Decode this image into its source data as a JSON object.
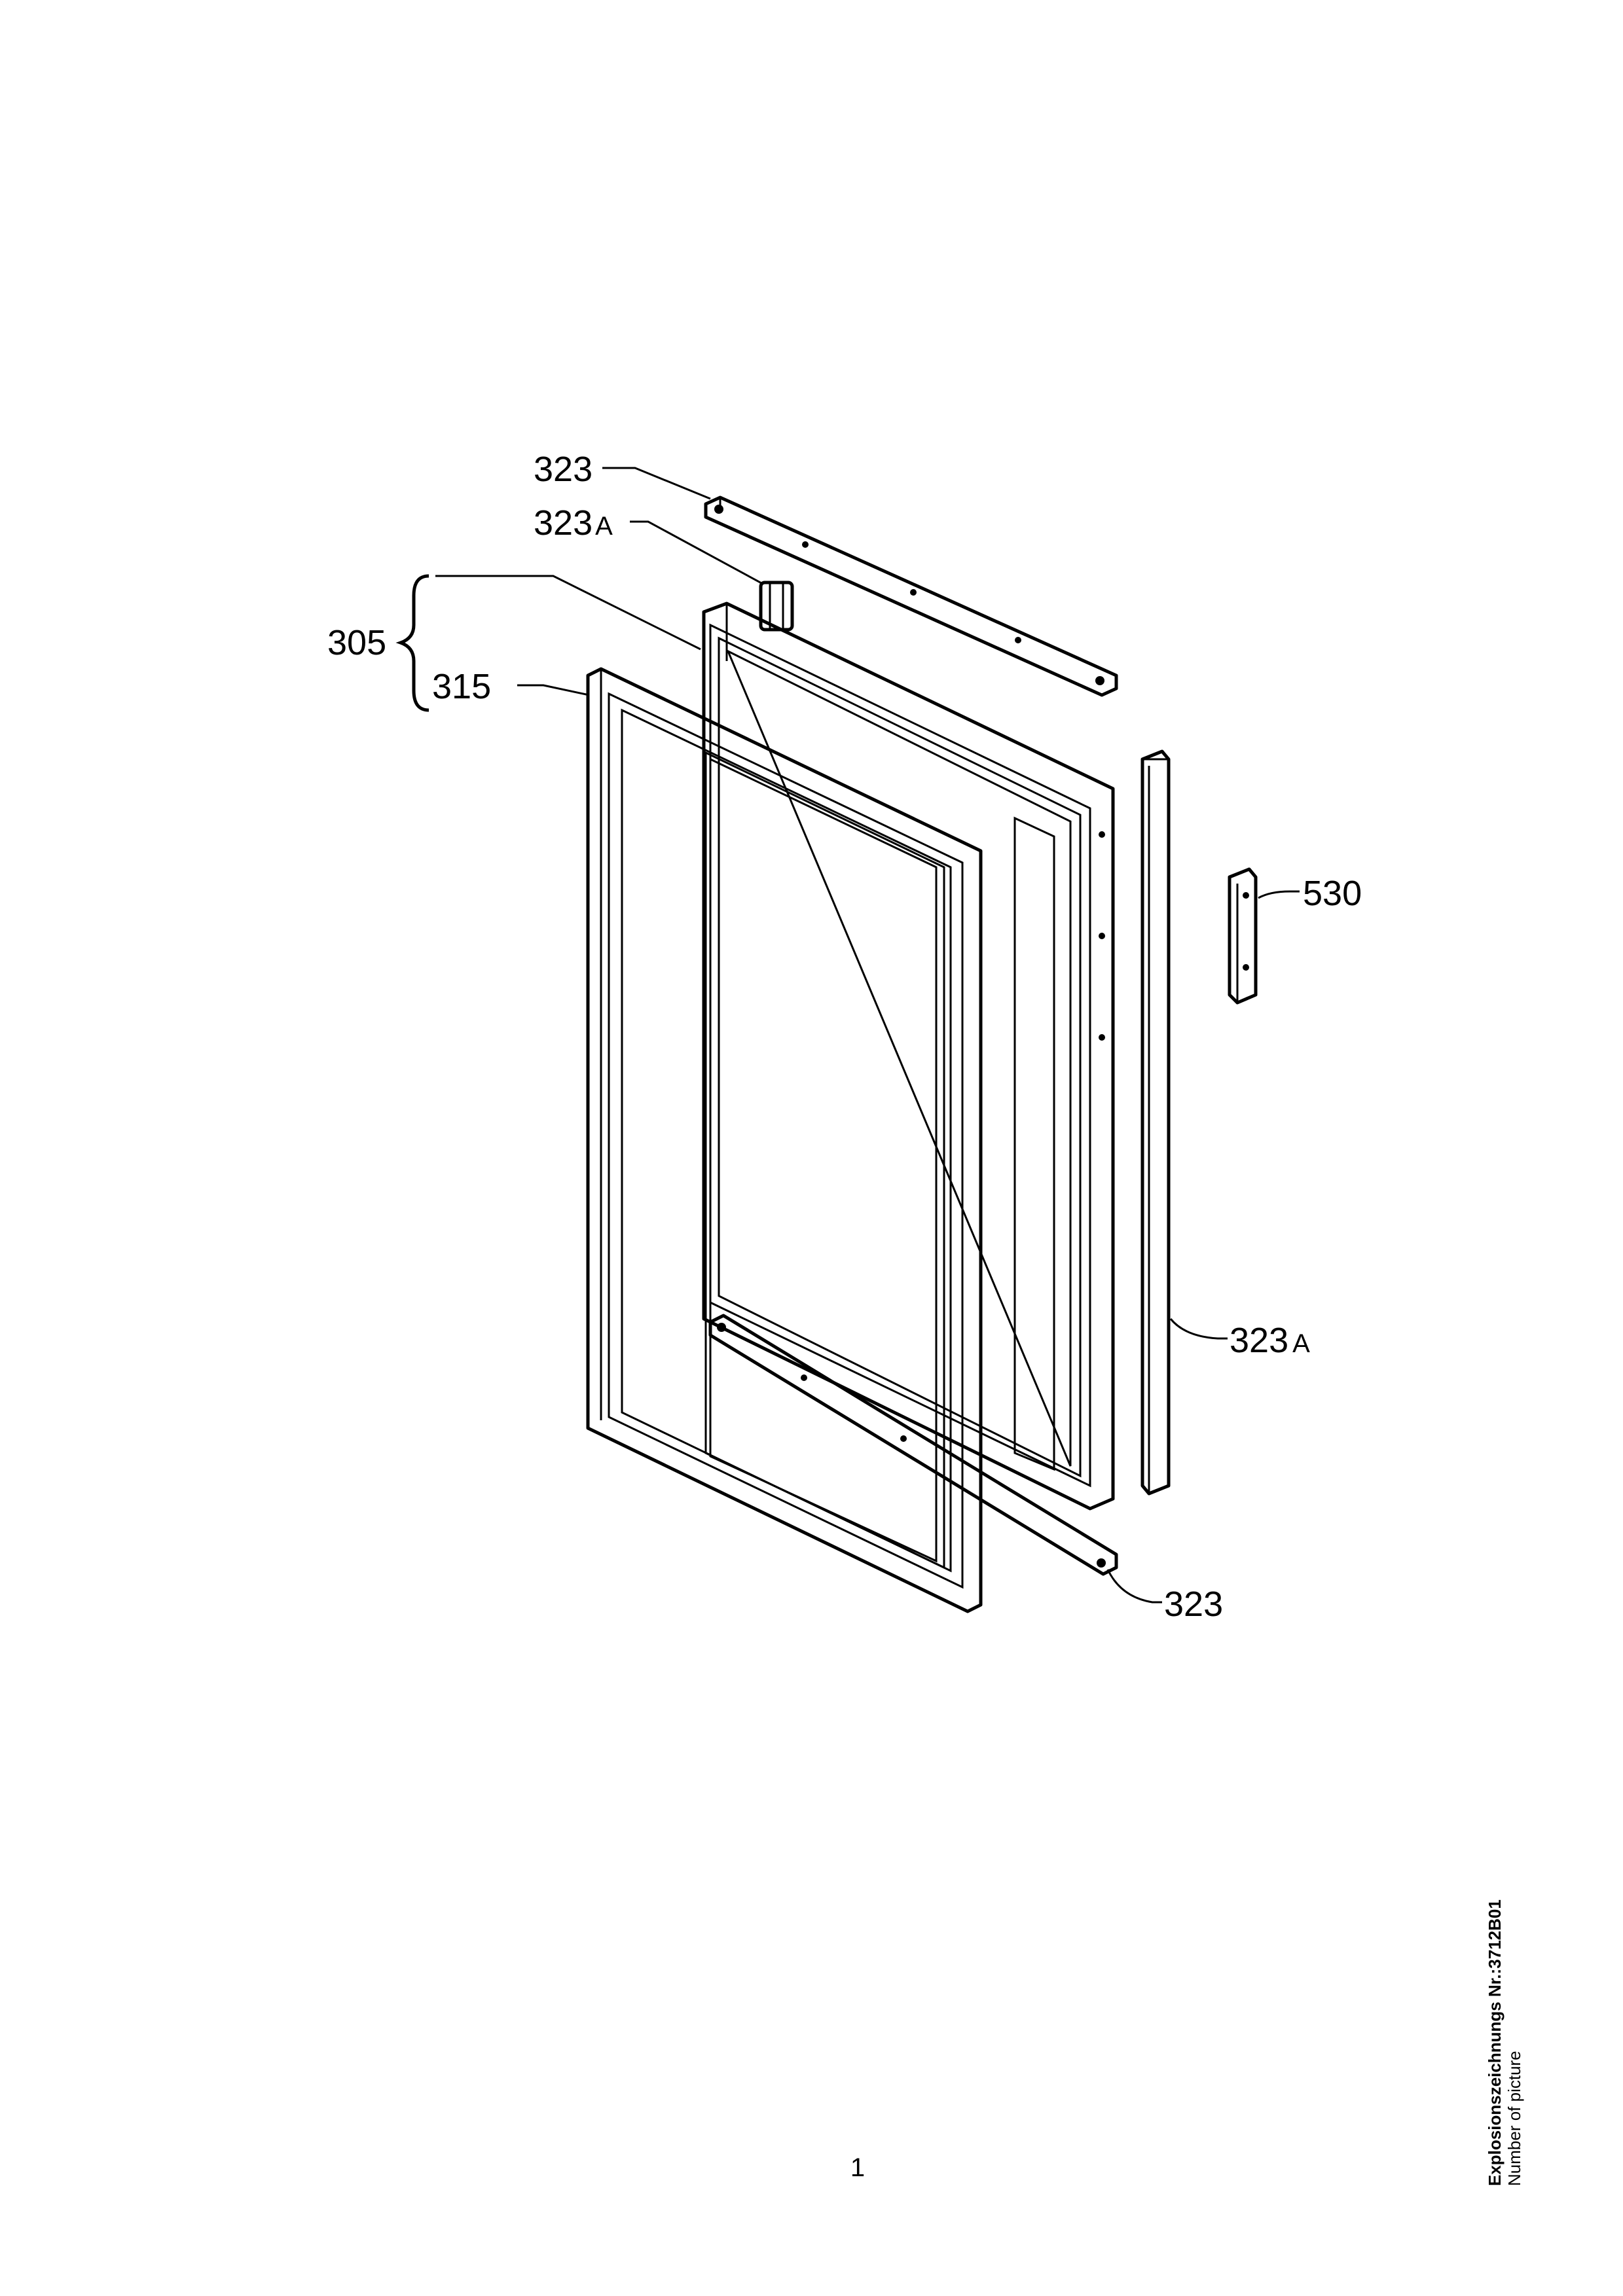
{
  "labels": {
    "top_bracket": "323",
    "top_pin_number": "323",
    "top_pin_suffix": "A",
    "door_assembly": "305",
    "gasket": "315",
    "handle": "530",
    "side_strip_number": "323",
    "side_strip_suffix": "A",
    "bottom_bracket": "323"
  },
  "footer": {
    "page_number": "1",
    "drawing_number": "Explosionszeichnungs Nr.:3712B01",
    "caption": "Number of picture"
  }
}
